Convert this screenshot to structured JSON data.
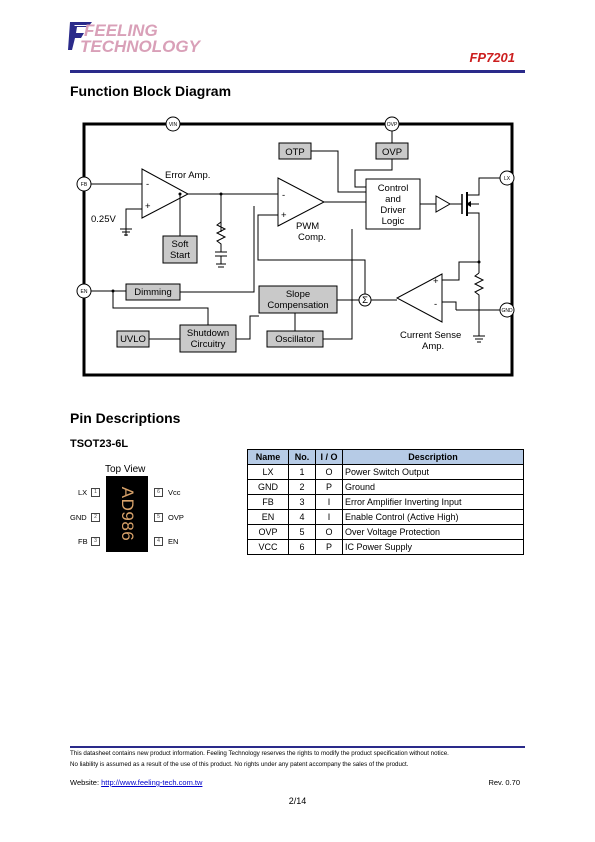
{
  "header": {
    "logo_line1": "FEELING",
    "logo_line2": "TECHNOLOGY",
    "part_number": "FP7201"
  },
  "section_block": {
    "title": "Function Block Diagram"
  },
  "diagram": {
    "pins": {
      "vin": "VIN",
      "ovp": "OVP",
      "fb": "FB",
      "lx": "LX",
      "en": "EN",
      "gnd": "GND"
    },
    "blocks": {
      "otp": "OTP",
      "ovp": "OVP",
      "control": [
        "Control",
        "and",
        "Driver",
        "Logic"
      ],
      "soft_start": [
        "Soft",
        "Start"
      ],
      "dimming": "Dimming",
      "slope": [
        "Slope",
        "Compensation"
      ],
      "uvlo": "UVLO",
      "shutdown": [
        "Shutdown",
        "Circuitry"
      ],
      "oscillator": "Oscillator"
    },
    "labels": {
      "error_amp": "Error Amp.",
      "vref": "0.25V",
      "pwm": [
        "PWM",
        "Comp."
      ],
      "current_sense": [
        "Current Sense",
        "Amp."
      ],
      "sum": "Σ",
      "plus": "+",
      "minus": "-"
    }
  },
  "section_pins": {
    "title": "Pin Descriptions",
    "package": "TSOT23-6L"
  },
  "package": {
    "view_label": "Top View",
    "marking": "AD986",
    "left_pins": [
      {
        "name": "LX",
        "no": "1"
      },
      {
        "name": "GND",
        "no": "2"
      },
      {
        "name": "FB",
        "no": "3"
      }
    ],
    "right_pins": [
      {
        "name": "Vcc",
        "no": "6"
      },
      {
        "name": "OVP",
        "no": "5"
      },
      {
        "name": "EN",
        "no": "4"
      }
    ]
  },
  "pin_table": {
    "headers": [
      "Name",
      "No.",
      "I / O",
      "Description"
    ],
    "rows": [
      [
        "LX",
        "1",
        "O",
        "Power Switch Output"
      ],
      [
        "GND",
        "2",
        "P",
        "Ground"
      ],
      [
        "FB",
        "3",
        "I",
        "Error Amplifier Inverting Input"
      ],
      [
        "EN",
        "4",
        "I",
        "Enable Control (Active High)"
      ],
      [
        "OVP",
        "5",
        "O",
        "Over Voltage Protection"
      ],
      [
        "VCC",
        "6",
        "P",
        "IC Power Supply"
      ]
    ]
  },
  "footer": {
    "line1": "This datasheet contains new product information.   Feeling Technology reserves the rights to modify the product specification without notice.",
    "line2": "No liability is assumed as a result of the use of this product. No rights under any patent accompany the sales of the product.",
    "website_label": "Website: ",
    "website_url": "http://www.feeling-tech.com.tw",
    "revision": "Rev. 0.70",
    "page": "2/14"
  },
  "colors": {
    "rule": "#2a2a8a",
    "part_number": "#cc1e1e",
    "logo": "#d9a0b8",
    "table_header": "#b6cbe6",
    "block_fill": "#c9c9c9",
    "marking": "#d8a26a"
  }
}
